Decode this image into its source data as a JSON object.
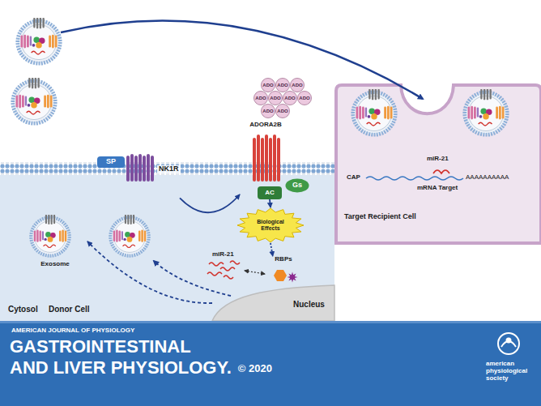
{
  "diagram": {
    "nodes": [
      {
        "text": [
          "Cytosol",
          "Donor Cell"
        ]
      },
      {
        "text": [
          "Nucleus"
        ],
        "in": 0
      },
      {
        "text": [
          "SP"
        ]
      },
      {
        "text": [
          "NK1R"
        ]
      },
      {
        "text": [
          "ADORA2B"
        ]
      },
      {
        "text": [
          "Gs"
        ],
        "in": 0
      },
      {
        "text": [
          "AC"
        ],
        "in": 0
      },
      {
        "text": [
          "Biological Effects"
        ],
        "in": 0
      },
      {
        "text": [
          "RBPs"
        ],
        "in": 0
      },
      {
        "text": [
          "Exosome"
        ],
        "in": 0
      },
      {
        "text": [
          "Target Recipient Cell"
        ]
      },
      {
        "text": [
          "ADO"
        ]
      },
      {
        "text": [
          "ADO"
        ]
      },
      {
        "text": [
          "ADO"
        ]
      },
      {
        "text": [
          "ADO"
        ]
      },
      {
        "text": [
          "ADO"
        ]
      },
      {
        "text": [
          "ADO"
        ]
      },
      {
        "text": [
          "ADO"
        ]
      },
      {
        "text": [
          "ADO"
        ]
      },
      {
        "text": [
          "ADO"
        ]
      }
    ],
    "edges": [
      {
        "from": 3,
        "to": 4,
        "arrow": "to"
      },
      {
        "from": 6,
        "to": 7,
        "arrow": "to"
      },
      {
        "from": 7,
        "to": 8,
        "arrow": "to"
      },
      {
        "from": 1,
        "to": 9,
        "arrow": "to"
      }
    ],
    "labels": [
      "miR-21",
      "miR-21",
      "CAP",
      "AAAAAAAAAA",
      "mRNA Target",
      "AMERICAN JOURNAL OF PHYSIOLOGY",
      "GASTROINTESTINAL",
      "AND LIVER PHYSIOLOGY.",
      "© 2020",
      "american physiological society"
    ]
  }
}
